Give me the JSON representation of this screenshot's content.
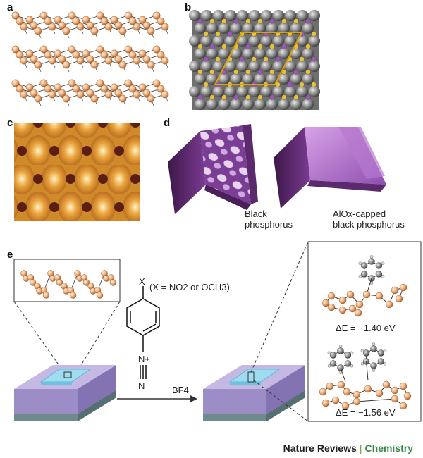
{
  "panels": {
    "a": "a",
    "b": "b",
    "c": "c",
    "d": "d",
    "e": "e"
  },
  "panel_d": {
    "left_caption_line1": "Black",
    "left_caption_line2": "phosphorus",
    "right_caption_line1": "AlOx-capped",
    "right_caption_line2": "black phosphorus"
  },
  "panel_e": {
    "substituent_group": "X",
    "substituent_options": "(X = NO2 or OCH3)",
    "diazonium_n_plus": "N+",
    "diazonium_n": "N",
    "counter_ion": "BF4−",
    "energy_top": "ΔE = −1.40 eV",
    "energy_bottom": "ΔE = −1.56 eV"
  },
  "footer": {
    "journal": "Nature Reviews",
    "separator": "|",
    "section": "Chemistry"
  },
  "colors": {
    "phosphorus_atom": "#f2b27f",
    "stm_gold": "#d9952f",
    "afm_purple": "#7a3f95",
    "substrate_purple": "#a08ec4",
    "flake_cyan": "#9fdcf0",
    "carbon_grey": "#808080",
    "journal_green": "#3c8a4a"
  }
}
